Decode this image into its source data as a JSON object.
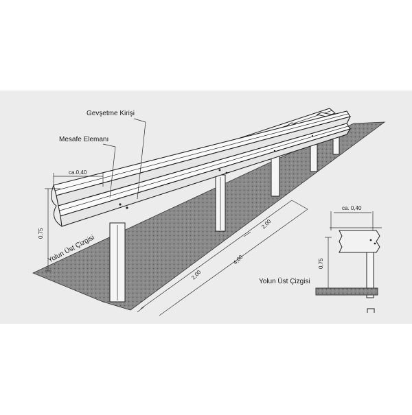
{
  "labels": {
    "gevsetme_kirisi": "Gevşetme Kirişi",
    "mesafe_elemani": "Mesafe Elemanı",
    "yolun_ust_cizgisi_left": "Yolun Üst Çizgisi",
    "yolun_ust_cizgisi_right": "Yolun Üst Çizgisi"
  },
  "dimensions": {
    "offset_left": "ca.0,40",
    "height_left": "0,75",
    "span_a": "2,00",
    "span_b": "2,00",
    "span_total": "4,00",
    "offset_right": "ca. 0,40",
    "height_right": "0,75"
  },
  "colors": {
    "ink": "#1f1f1f",
    "ground": "#7a7a7a",
    "paper": "#ececec",
    "rail_fill": "#f7f7f7"
  }
}
